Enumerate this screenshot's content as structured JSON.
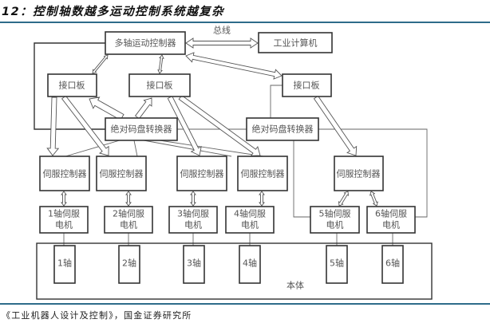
{
  "figure": {
    "title": "12：控制轴数越多运动控制系统越复杂",
    "source": "《工业机器人设计及控制》，国金证券研究所"
  },
  "diagram": {
    "nodes": {
      "motion_controller": "多轴运动控制器",
      "industrial_pc": "工业计算机",
      "bus_label": "总线",
      "interface_board_1": "接口板",
      "interface_board_2": "接口板",
      "interface_board_3": "接口板",
      "encoder_converter_1": "绝对码盘转换器",
      "encoder_converter_2": "绝对码盘转换器",
      "servo_controller_1": "伺服控制器",
      "servo_controller_2": "伺服控制器",
      "servo_controller_3": "伺服控制器",
      "servo_controller_4": "伺服控制器",
      "servo_controller_5": "伺服控制器",
      "body_label": "本体"
    },
    "motors": [
      {
        "line1": "1轴伺服",
        "line2": "电机"
      },
      {
        "line1": "2轴伺服",
        "line2": "电机"
      },
      {
        "line1": "3轴伺服",
        "line2": "电机"
      },
      {
        "line1": "4轴伺服",
        "line2": "电机"
      },
      {
        "line1": "5轴伺服",
        "line2": "电机"
      },
      {
        "line1": "6轴伺服",
        "line2": "电机"
      }
    ],
    "axes": [
      "1轴",
      "2轴",
      "3轴",
      "4轴",
      "5轴",
      "6轴"
    ],
    "edges": [
      {
        "from": "motion_controller",
        "to": "industrial_pc",
        "type": "bidirectional",
        "label": "总线"
      },
      {
        "from": "motion_controller",
        "to": "interface_board_3",
        "type": "bidirectional"
      },
      {
        "from": "motion_controller",
        "to": "interface_board_1",
        "type": "bidirectional"
      },
      {
        "from": "motion_controller",
        "to": "interface_board_2",
        "type": "bidirectional"
      },
      {
        "from": "encoder_converter_1",
        "to": "interface_board_1",
        "type": "directed"
      },
      {
        "from": "encoder_converter_1",
        "to": "interface_board_2",
        "type": "directed"
      },
      {
        "from": "interface_board_1",
        "to": "servo_controller_1",
        "type": "directed"
      },
      {
        "from": "interface_board_1",
        "to": "servo_controller_2",
        "type": "directed"
      },
      {
        "from": "interface_board_2",
        "to": "servo_controller_3",
        "type": "directed"
      },
      {
        "from": "interface_board_2",
        "to": "servo_controller_4",
        "type": "directed"
      },
      {
        "from": "interface_board_3",
        "to": "servo_controller_5",
        "type": "directed"
      },
      {
        "from": "servo_controller_1",
        "to": "motor_1",
        "type": "bidirectional"
      },
      {
        "from": "servo_controller_2",
        "to": "motor_2",
        "type": "bidirectional"
      },
      {
        "from": "servo_controller_3",
        "to": "motor_3",
        "type": "bidirectional"
      },
      {
        "from": "servo_controller_4",
        "to": "motor_4",
        "type": "bidirectional"
      },
      {
        "from": "servo_controller_5",
        "to": "motor_5",
        "type": "bidirectional"
      },
      {
        "from": "servo_controller_5",
        "to": "motor_6",
        "type": "bidirectional"
      }
    ]
  }
}
